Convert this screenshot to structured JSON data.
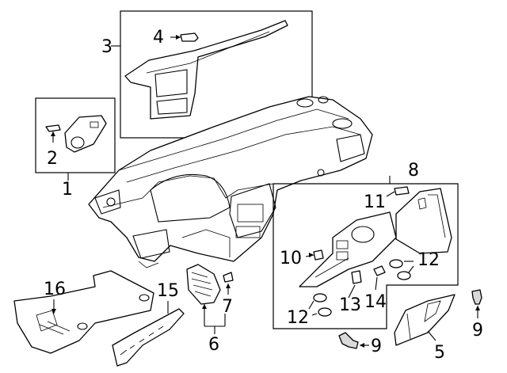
{
  "diagram": {
    "callouts": {
      "c1": "1",
      "c2": "2",
      "c3": "3",
      "c4": "4",
      "c5": "5",
      "c6": "6",
      "c7": "7",
      "c8": "8",
      "c9a": "9",
      "c9b": "9",
      "c10": "10",
      "c11": "11",
      "c12a": "12",
      "c12b": "12",
      "c13": "13",
      "c14": "14",
      "c15": "15",
      "c16": "16"
    },
    "colors": {
      "line": "#000000",
      "background": "#ffffff",
      "shade": "#d9d9d9"
    }
  }
}
